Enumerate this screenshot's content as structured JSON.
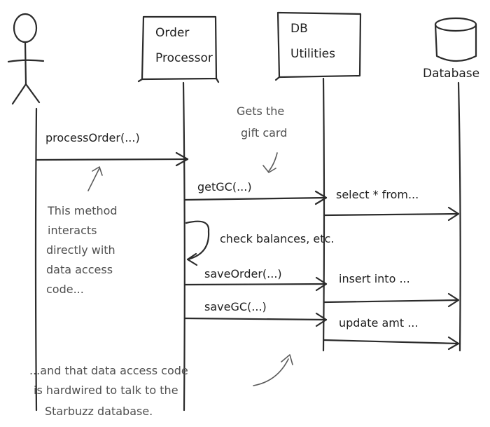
{
  "participants": [
    {
      "id": "order-processor",
      "lines": [
        "Order",
        "Processor"
      ]
    },
    {
      "id": "db-utilities",
      "lines": [
        "DB",
        "Utilities"
      ]
    },
    {
      "id": "database",
      "lines": [
        "Database"
      ]
    }
  ],
  "messages": {
    "process_order": "processOrder(...)",
    "get_gc": "getGC(...)",
    "select_from": "select * from...",
    "check_balances": "check balances, etc.",
    "save_order": "saveOrder(...)",
    "insert_into": "insert into ...",
    "save_gc": "saveGC(...)",
    "update_amt": "update amt ..."
  },
  "annotations": {
    "gift_card": [
      "Gets the",
      "gift card"
    ],
    "method_note": [
      "This method",
      "interacts",
      "directly with",
      "data access",
      "code..."
    ],
    "bottom_note": [
      "...and that data access code",
      "is hardwired to talk to the",
      "Starbuzz database."
    ]
  }
}
